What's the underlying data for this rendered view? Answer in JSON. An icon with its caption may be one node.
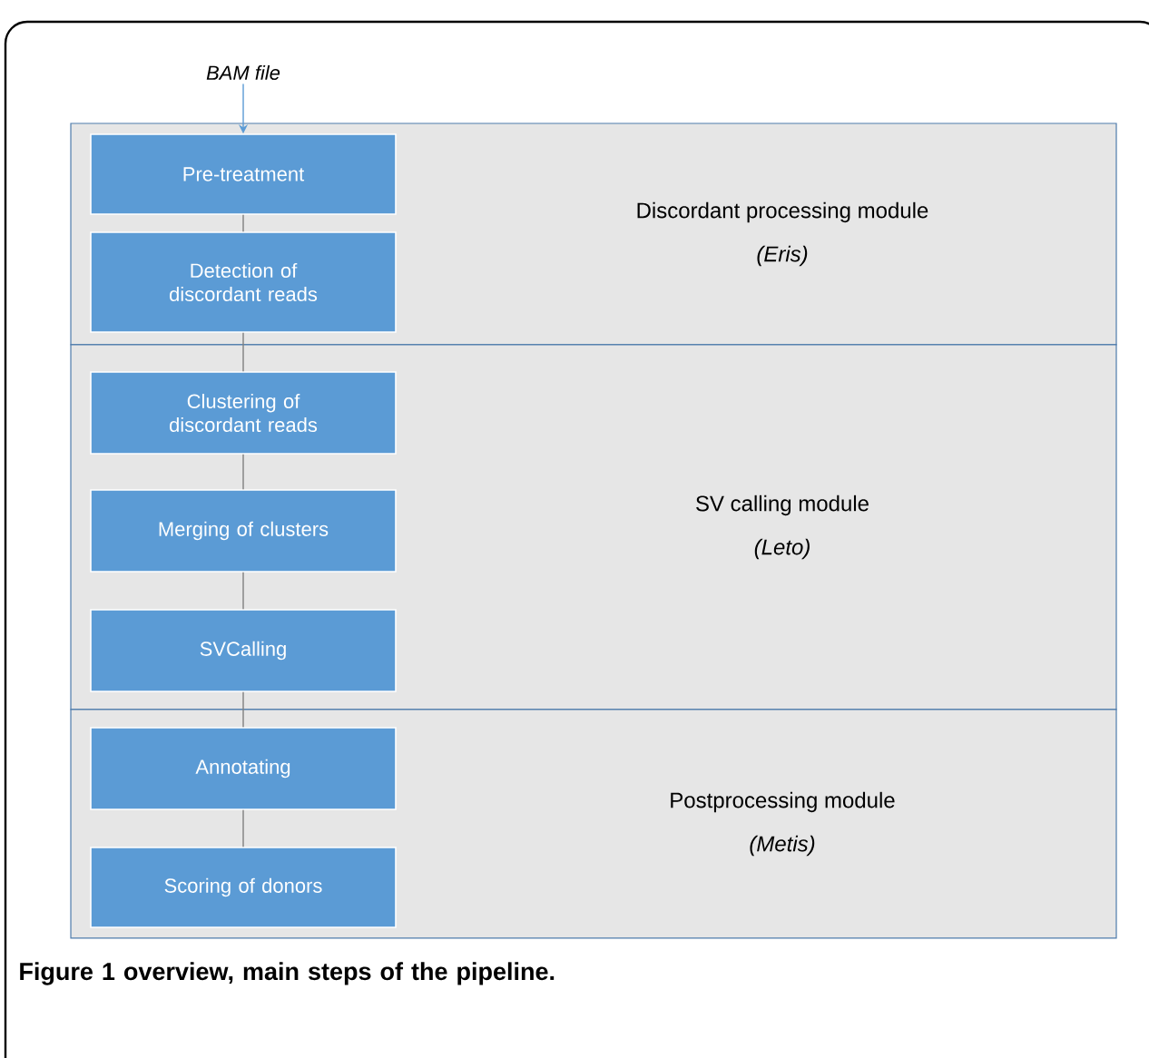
{
  "diagram": {
    "caption": "Figure 1 overview, main steps of the pipeline.",
    "nodes": [
      {
        "text": [
          "BAM file"
        ]
      },
      {
        "text": [
          "Discordant processing module",
          "(Eris)"
        ]
      },
      {
        "text": [
          "Pre-treatment"
        ],
        "in": 1
      },
      {
        "text": [
          "Detection of discordant reads"
        ],
        "in": 1
      },
      {
        "text": [
          "SV calling module",
          "(Leto)"
        ]
      },
      {
        "text": [
          "Clustering of discordant reads"
        ],
        "in": 4
      },
      {
        "text": [
          "Merging of clusters"
        ],
        "in": 4
      },
      {
        "text": [
          "SVCalling"
        ],
        "in": 4
      },
      {
        "text": [
          "Postprocessing module",
          "(Metis)"
        ]
      },
      {
        "text": [
          "Annotating"
        ],
        "in": 8
      },
      {
        "text": [
          "Scoring of donors"
        ],
        "in": 8
      }
    ],
    "edges": [
      {
        "from": 0,
        "to": 2,
        "arrow": "to",
        "color": "#5b9bd5"
      },
      {
        "from": 2,
        "to": 3,
        "arrow": "none"
      },
      {
        "from": 3,
        "to": 5,
        "arrow": "none"
      },
      {
        "from": 5,
        "to": 6,
        "arrow": "none"
      },
      {
        "from": 6,
        "to": 7,
        "arrow": "none"
      },
      {
        "from": 7,
        "to": 9,
        "arrow": "none"
      },
      {
        "from": 9,
        "to": 10,
        "arrow": "none"
      }
    ]
  }
}
